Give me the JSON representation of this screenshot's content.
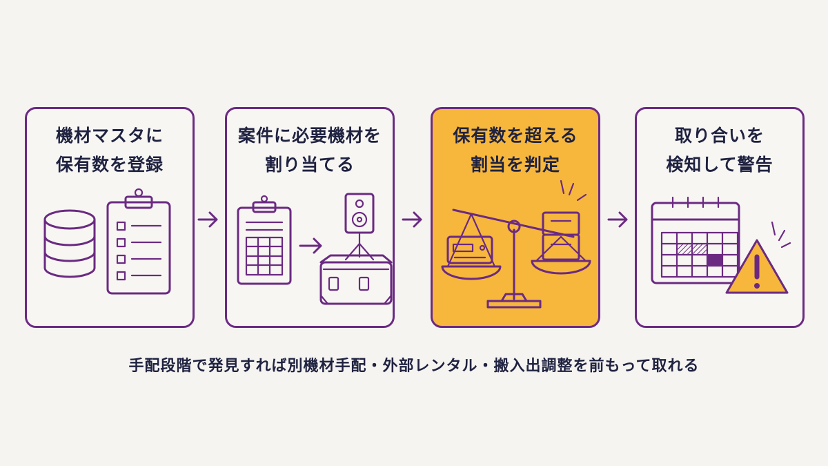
{
  "steps": [
    {
      "line1": "機材マスタに",
      "line2": "保有数を登録"
    },
    {
      "line1": "案件に必要機材を",
      "line2": "割り当てる"
    },
    {
      "line1": "保有数を超える",
      "line2": "割当を判定"
    },
    {
      "line1": "取り合いを",
      "line2": "検知して警告"
    }
  ],
  "caption": "手配段階で発見すれば別機材手配・外部レンタル・搬入出調整を前もって取れる",
  "colors": {
    "outline": "#6b2a82",
    "highlight": "#f6b73c",
    "text": "#1f2240",
    "background": "#f5f4f1"
  },
  "icons": [
    "database-icon",
    "clipboard-checklist-icon",
    "clipboard-grid-icon",
    "speaker-icon",
    "flight-case-icon",
    "balance-scale-icon",
    "calendar-icon",
    "warning-icon"
  ]
}
